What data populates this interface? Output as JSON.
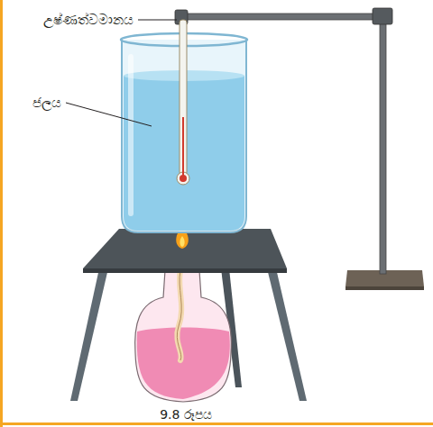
{
  "diagram": {
    "caption": "9.8 රූපය",
    "labels": [
      "උෂ්ණත්වමානය",
      "ජලය"
    ]
  }
}
